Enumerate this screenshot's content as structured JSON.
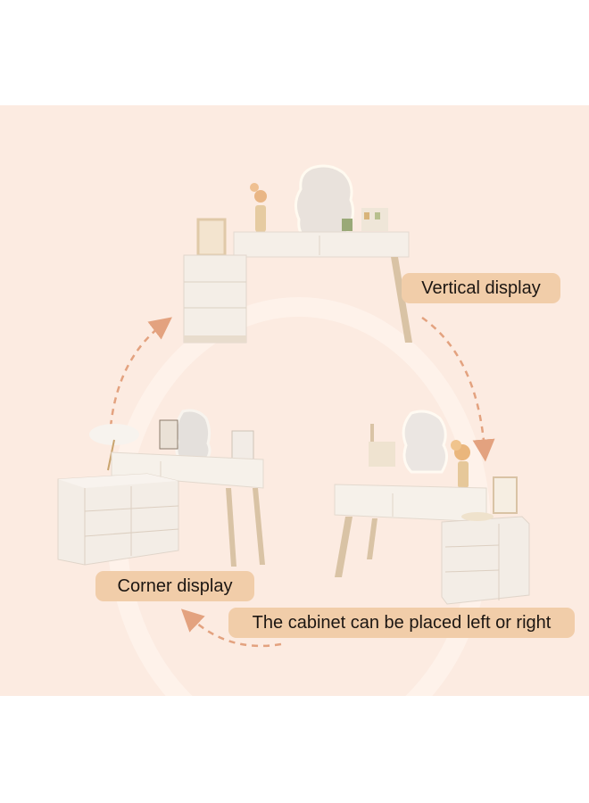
{
  "labels": {
    "vertical": "Vertical display",
    "corner": "Corner display",
    "cabinet": "The cabinet can be placed left or right"
  },
  "colors": {
    "background": "#fcebe1",
    "pill": "#f1cda9",
    "arrow": "#e3a27f",
    "text": "#1c1612",
    "furniture": "#f6f0e8",
    "wood_leg": "#d9c3a5"
  },
  "products": [
    {
      "id": "vertical",
      "name": "vanity-vertical-layout"
    },
    {
      "id": "corner",
      "name": "vanity-corner-layout"
    },
    {
      "id": "side",
      "name": "vanity-cabinet-right-layout"
    }
  ],
  "arrows": [
    {
      "id": "top-right",
      "direction": "clockwise-down"
    },
    {
      "id": "bottom",
      "direction": "leftward"
    },
    {
      "id": "top-left",
      "direction": "upward"
    }
  ]
}
